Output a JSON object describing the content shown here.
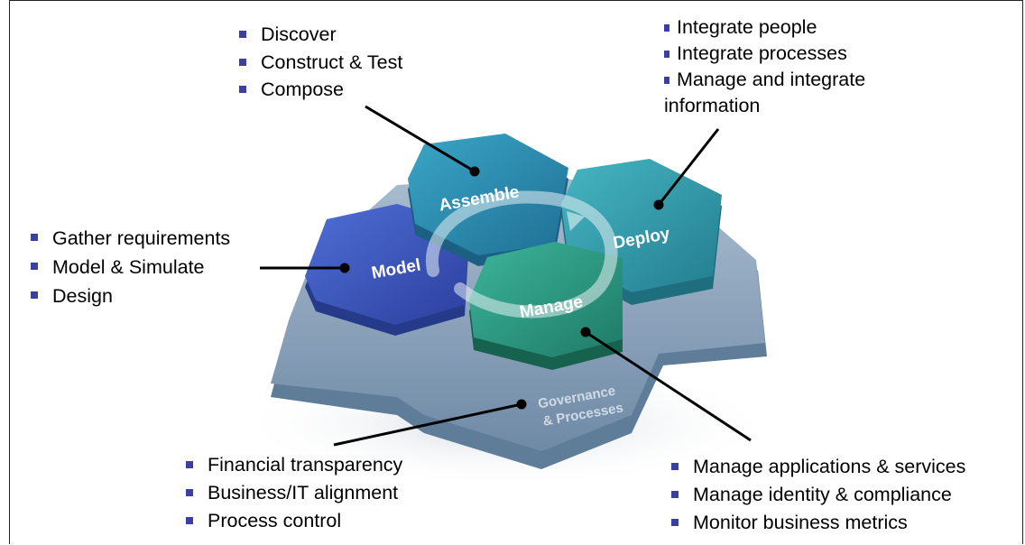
{
  "hexagons": {
    "assemble": "Assemble",
    "deploy": "Deploy",
    "model": "Model",
    "manage": "Manage",
    "governance_line1": "Governance",
    "governance_line2": "& Processes"
  },
  "lists": {
    "assemble": [
      "Discover",
      "Construct & Test",
      "Compose"
    ],
    "deploy": [
      "Integrate people",
      "Integrate processes",
      "Manage and integrate",
      "information"
    ],
    "model": [
      "Gather requirements",
      "Model & Simulate",
      "Design"
    ],
    "governance": [
      "Financial transparency",
      "Business/IT alignment",
      "Process control"
    ],
    "manage": [
      "Manage applications & services",
      "Manage identity & compliance",
      "Monitor business metrics"
    ]
  },
  "colors": {
    "bullet": "#3a3fa0",
    "assemble": "#2f8fb0",
    "deploy": "#34a0ae",
    "model": "#3d56c0",
    "manage": "#2d9a86",
    "base": "#7f9bb5"
  }
}
